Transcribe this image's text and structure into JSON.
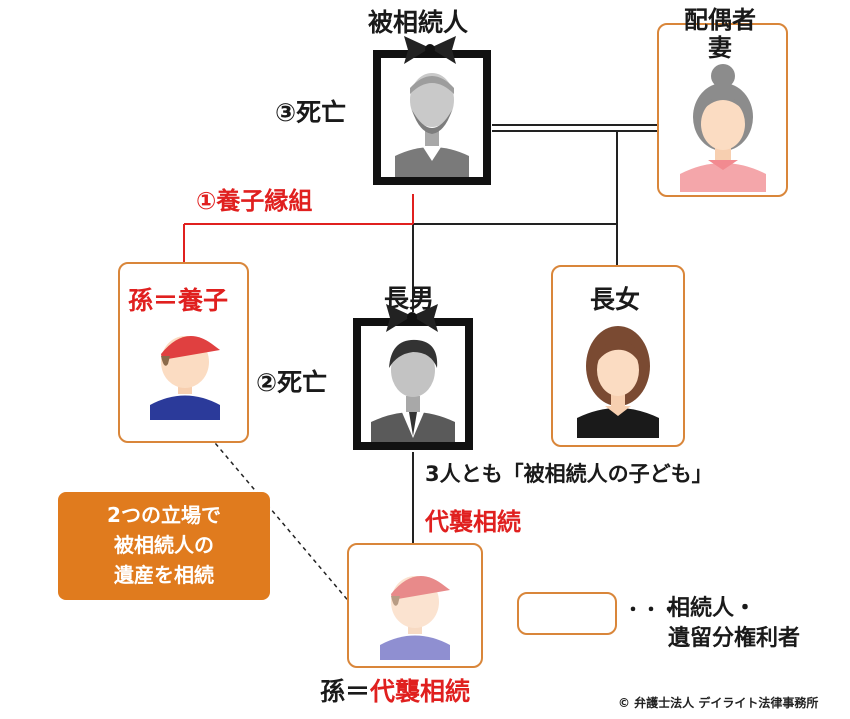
{
  "labels": {
    "decedent": "被相続人",
    "spouse_l1": "配偶者",
    "spouse_l2": "妻",
    "death3": "③死亡",
    "adoption": "①養子縁組",
    "grandson_adopted": "孫＝養子",
    "eldest_son": "長男",
    "eldest_daughter": "長女",
    "death2": "②死亡",
    "children_note": "3人とも「被相続人の子ども」",
    "representation": "代襲相続",
    "grandson_prefix": "孫＝",
    "grandson_rep": "代襲相続"
  },
  "note": {
    "line1": "2つの立場で",
    "line2": "被相続人の",
    "line3": "遺産を相続"
  },
  "legend": {
    "dots": "・・・",
    "line1": "相続人・",
    "line2": "遺留分権利者"
  },
  "copyright": "© 弁護士法人 デイライト法律事務所",
  "colors": {
    "accent_orange": "#e07b1e",
    "box_border": "#d9863a",
    "red": "#e0201f",
    "frame": "#111111"
  }
}
